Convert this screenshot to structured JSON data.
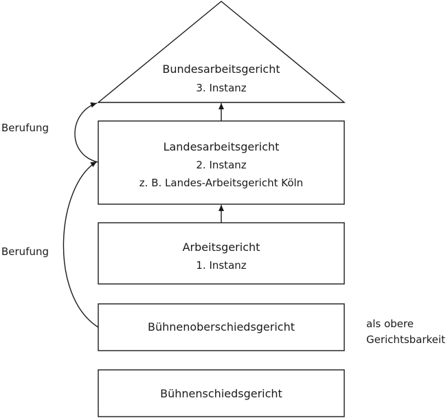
{
  "nodes": {
    "bundesarbeitsgericht": {
      "title": "Bundesarbeitsgericht",
      "subtitle": "3. Instanz"
    },
    "landesarbeitsgericht": {
      "title": "Landesarbeitsgericht",
      "subtitle": "2. Instanz",
      "note": "z. B. Landes-Arbeitsgericht Köln"
    },
    "arbeitsgericht": {
      "title": "Arbeitsgericht",
      "subtitle": "1. Instanz"
    },
    "buehnenoberschiedsgericht": {
      "title": "Bühnenoberschiedsgericht"
    },
    "buehnenschiedsgericht": {
      "title": "Bühnenschiedsgericht"
    }
  },
  "labels": {
    "berufung_upper": "Berufung",
    "berufung_lower": "Berufung",
    "obere_line1": "als obere",
    "obere_line2": "Gerichtsbarkeit"
  },
  "colors": {
    "stroke": "#1a1a1a",
    "fill": "#ffffff"
  }
}
